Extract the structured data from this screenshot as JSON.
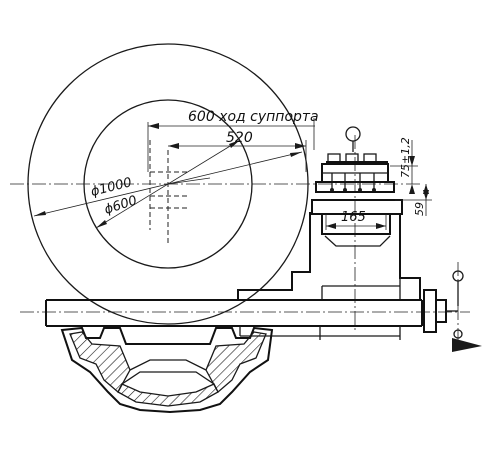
{
  "dimensions": {
    "carriage_travel": "600 ход суппорта",
    "length_520": "520",
    "dia_1000": "ϕ1000",
    "dia_600": "ϕ600",
    "width_165": "165",
    "height_59": "59",
    "height_75": "75±1,2"
  },
  "colors": {
    "ink": "#1a1a1a",
    "paper": "#ffffff"
  }
}
